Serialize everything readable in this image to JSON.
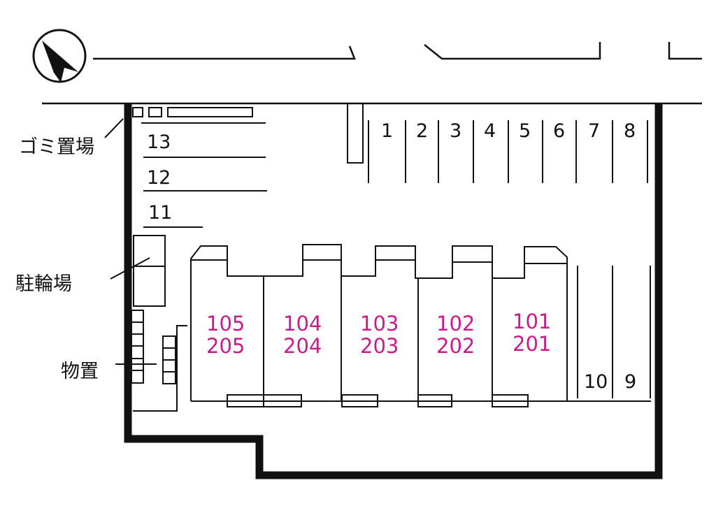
{
  "colors": {
    "line": "#111111",
    "unit_label": "#cc1a8a",
    "background": "#ffffff"
  },
  "compass": {
    "icon": "north-arrow-icon"
  },
  "facilities": {
    "garbage": "ゴミ置場",
    "bicycle": "駐輪場",
    "storage": "物置"
  },
  "parking": {
    "top_row": [
      "1",
      "2",
      "3",
      "4",
      "5",
      "6",
      "7",
      "8"
    ],
    "left_column": [
      "13",
      "12",
      "11"
    ],
    "right_pair": [
      "10",
      "9"
    ]
  },
  "units": [
    {
      "lower": "105",
      "upper": "205"
    },
    {
      "lower": "104",
      "upper": "204"
    },
    {
      "lower": "103",
      "upper": "203"
    },
    {
      "lower": "102",
      "upper": "202"
    },
    {
      "lower": "101",
      "upper": "201"
    }
  ]
}
